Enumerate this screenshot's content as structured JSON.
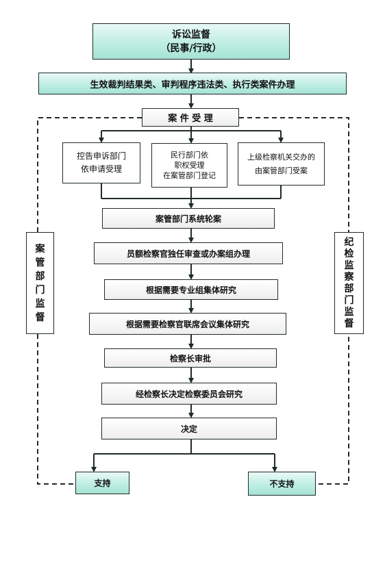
{
  "title": {
    "line1": "诉讼监督",
    "line2": "（民事/行政）"
  },
  "banner": "生效裁判结果类、审判程序违法类、执行类案件办理",
  "acceptance": "案 件 受 理",
  "sources": [
    {
      "line1": "控告申诉部门",
      "line2": "依申请受理",
      "line3": ""
    },
    {
      "line1": "民行部门依",
      "line2": "职权受理",
      "line3": "在案管部门登记"
    },
    {
      "line1": "上级检察机关交办的",
      "line2": "由案管部门受案",
      "line3": ""
    }
  ],
  "steps": [
    "案管部门系统轮案",
    "员额检察官独任审查或办案组办理",
    "根据需要专业组集体研究",
    "根据需要检察官联席会议集体研究",
    "检察长审批",
    "经检察长决定检察委员会研究",
    "决定"
  ],
  "outcomes": {
    "support": "支持",
    "not_support": "不支持"
  },
  "side_left": [
    "案",
    "管",
    "部",
    "门",
    "监",
    "督"
  ],
  "side_right": [
    "纪",
    "检",
    "监",
    "察",
    "部",
    "门",
    "监",
    "督"
  ]
}
